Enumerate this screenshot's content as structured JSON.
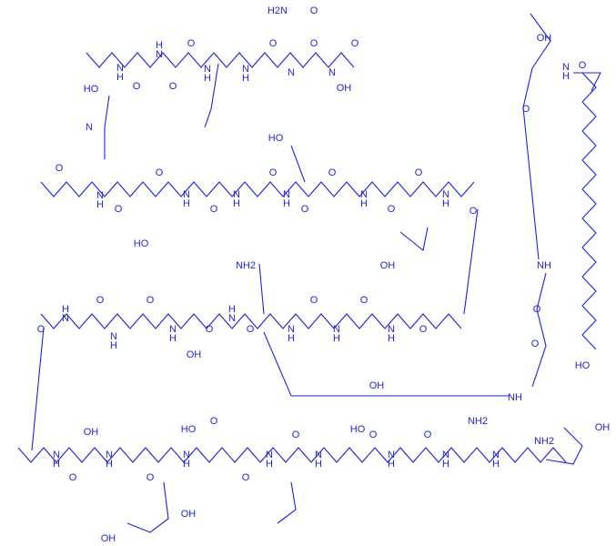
{
  "structure": {
    "color": "#1f1fe6",
    "labels": {
      "N": "N",
      "H": "H",
      "O": "O",
      "OH": "OH",
      "HO": "HO",
      "NH2": "NH2",
      "H2N": "H2N",
      "NH": "NH"
    }
  }
}
